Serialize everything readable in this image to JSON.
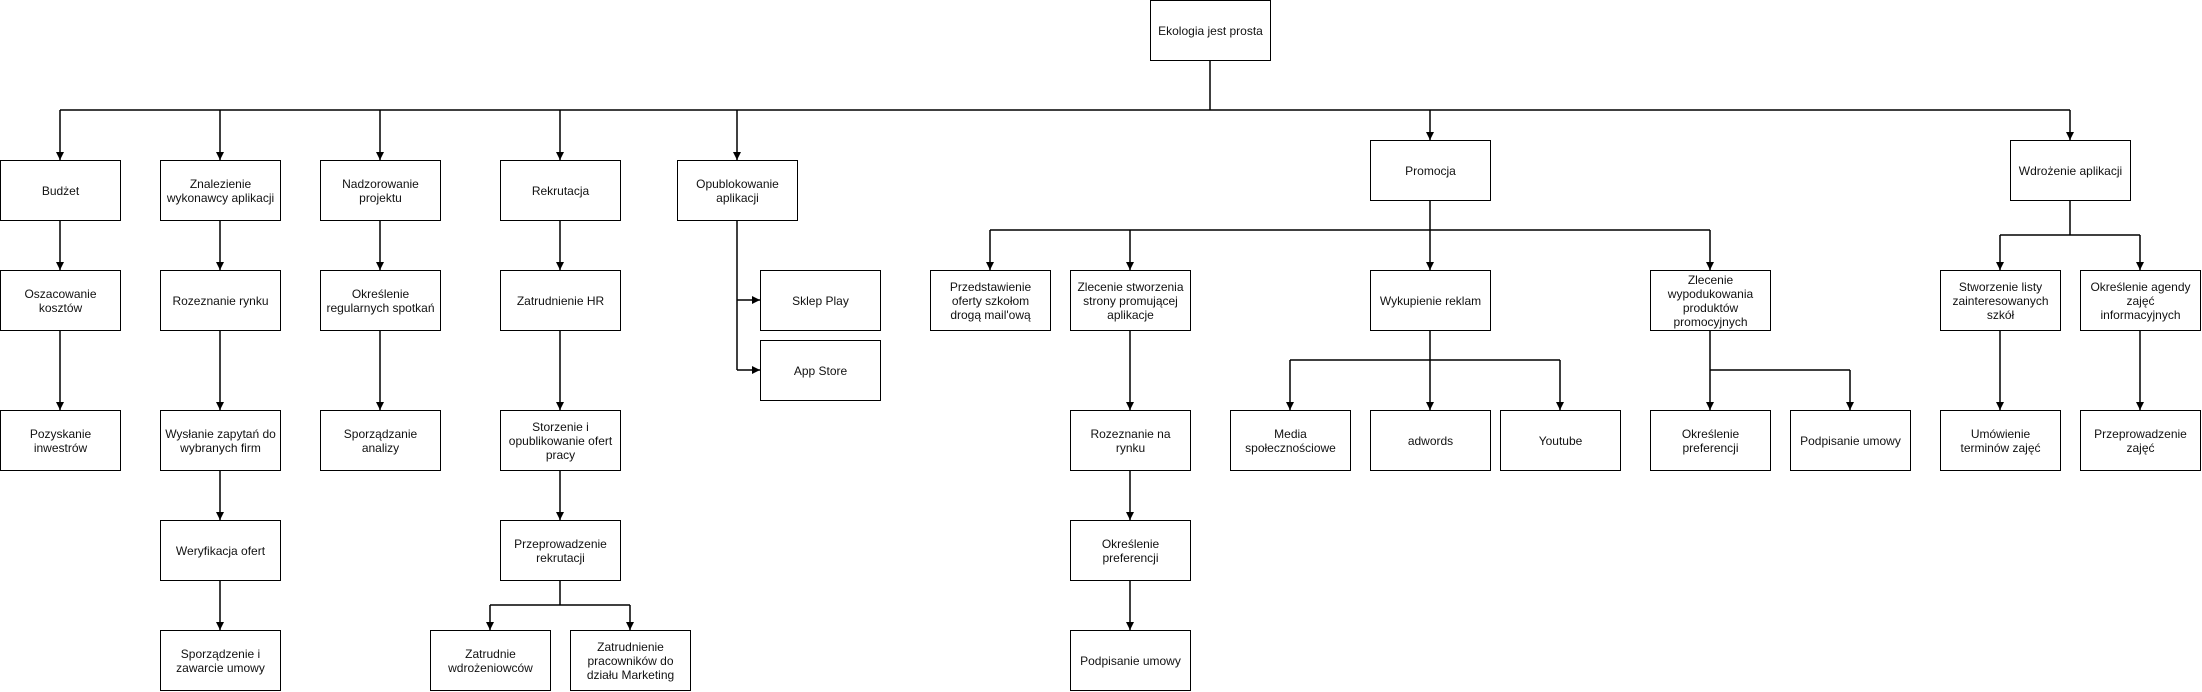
{
  "diagram": {
    "nodes": {
      "root": "Ekologia jest prosta",
      "budzet": "Budżet",
      "oszacowanie": "Oszacowanie kosztów",
      "pozyskanie": "Pozyskanie inwestrów",
      "znalezienie": "Znalezienie wykonawcy aplikacji",
      "rozeznanie_rynku": "Rozeznanie rynku",
      "wyslanie": "Wysłanie zapytań do wybranych firm",
      "weryfikacja": "Weryfikacja ofert",
      "sporzadzenie_umowy": "Sporządzenie i zawarcie umowy",
      "nadzorowanie": "Nadzorowanie projektu",
      "okreslenie_spotkan": "Określenie regularnych spotkań",
      "sporzadzanie_analizy": "Sporządzanie analizy",
      "rekrutacja": "Rekrutacja",
      "zatrudnienie_hr": "Zatrudnienie HR",
      "stworzenie_ofert": "Storzenie i opublikowanie ofert pracy",
      "przeprowadzenie_rekrutacji": "Przeprowadzenie rekrutacji",
      "zatrudnie_wdrozeniowcow": "Zatrudnie wdrożeniowców",
      "zatrudnienie_marketing": "Zatrudnienie pracowników do działu Marketing",
      "opublikowanie": "Opublokowanie aplikacji",
      "sklep_play": "Sklep Play",
      "app_store": "App Store",
      "promocja": "Promocja",
      "przedstawienie": "Przedstawienie oferty szkołom drogą mail'ową",
      "zlecenie_strony": "Zlecenie stworzenia strony promującej aplikacje",
      "rozeznanie_na_rynku": "Rozeznanie na rynku",
      "okreslenie_pref_1": "Określenie preferencji",
      "podpisanie_1": "Podpisanie umowy",
      "wykupienie": "Wykupienie reklam",
      "media": "Media społecznościowe",
      "adwords": "adwords",
      "youtube": "Youtube",
      "zlecenie_produktow": "Zlecenie wypodukowania produktów promocyjnych",
      "okreslenie_pref_2": "Określenie preferencji",
      "podpisanie_2": "Podpisanie umowy",
      "wdrozenie": "Wdrożenie aplikacji",
      "stworzenie_listy": "Stworzenie listy zainteresowanych szkół",
      "okreslenie_agendy": "Określenie agendy zajęć informacyjnych",
      "umowienie": "Umówienie terminów zajęć",
      "przeprowadzenie_zajec": "Przeprowadzenie zajęć"
    }
  }
}
